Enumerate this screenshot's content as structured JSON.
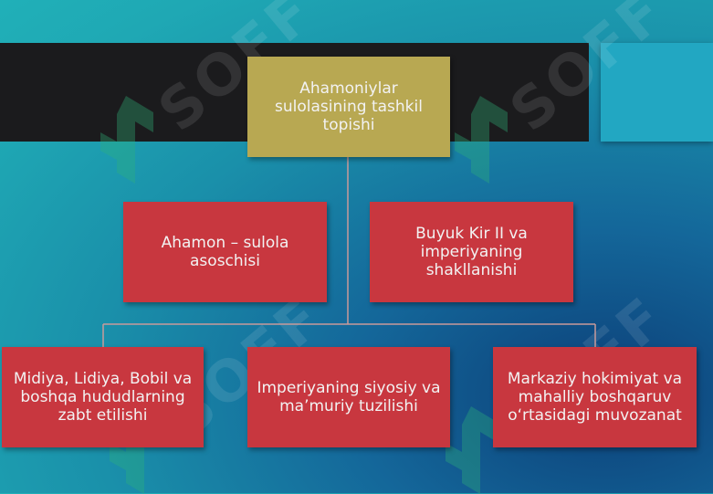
{
  "nodes": {
    "root": {
      "label": "Ahamoniylar sulolasining tashkil topishi",
      "color": "#b8a852"
    },
    "founder": {
      "label": "Ahamon – sulola asoschisi",
      "color": "#c8373f"
    },
    "cyrus": {
      "label": "Buyuk Kir II va imperiyaning shakllanishi",
      "color": "#c8373f"
    },
    "conquest": {
      "label": "Midiya, Lidiya, Bobil va boshqa hududlarning zabt etilishi",
      "color": "#c8373f"
    },
    "structure": {
      "label": "Imperiyaning siyosiy va ma’muriy tuzilishi",
      "color": "#c8373f"
    },
    "balance": {
      "label": "Markaziy hokimiyat va mahalliy boshqaruv o‘rtasidagi muvozanat",
      "color": "#c8373f"
    }
  },
  "watermark": {
    "text": "SOFF"
  }
}
